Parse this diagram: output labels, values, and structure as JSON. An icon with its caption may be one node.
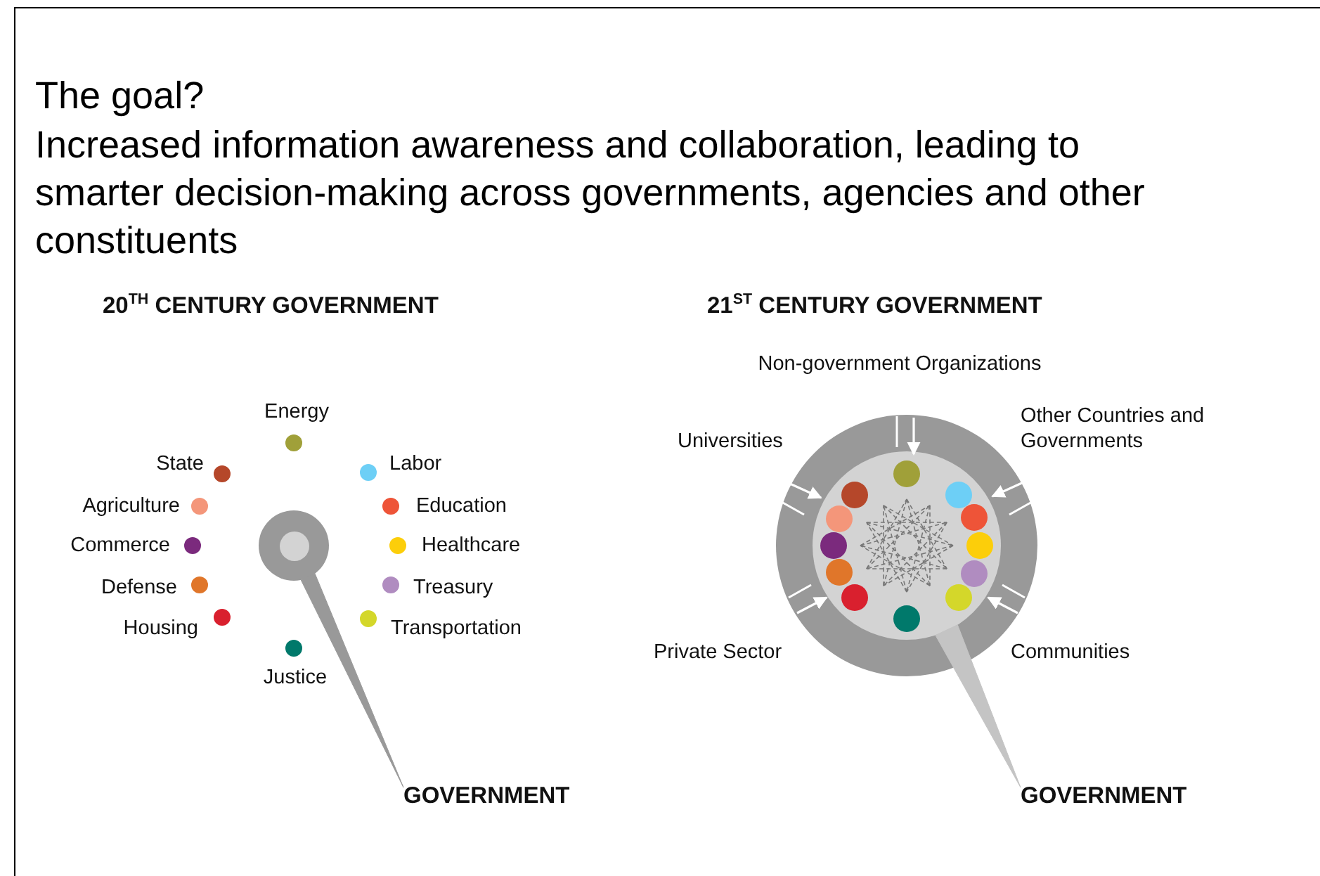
{
  "diagram": {
    "title": "The goal?",
    "nodes": [
      {
        "text": [],
        "shape": "circle"
      },
      {
        "text": [
          "GOVERNMENT"
        ]
      },
      {
        "text": [],
        "shape": "circle"
      },
      {
        "text": [],
        "shape": "circle",
        "in": 2
      },
      {
        "text": [
          "GOVERNMENT"
        ]
      }
    ],
    "edges": [
      {
        "from": 1,
        "to": 0,
        "arrow": "none",
        "color": "#999999"
      },
      {
        "from": 4,
        "to": 3,
        "arrow": "none",
        "color": "#c4c4c4"
      },
      {
        "from": null,
        "to": 3,
        "arrow": "to",
        "color": "#ffffff"
      },
      {
        "from": null,
        "to": 3,
        "arrow": "to",
        "color": "#ffffff"
      },
      {
        "from": null,
        "to": 3,
        "arrow": "to",
        "color": "#ffffff"
      },
      {
        "from": null,
        "to": 3,
        "arrow": "to",
        "color": "#ffffff"
      },
      {
        "from": null,
        "to": 3,
        "arrow": "to",
        "color": "#ffffff"
      }
    ],
    "labels": [
      "Increased information awareness and collaboration, leading to smarter decision-making across governments, agencies and other constituents",
      "20$^{TH}$ CENTURY GOVERNMENT",
      "21$^{ST}$ CENTURY GOVERNMENT",
      "Energy",
      "State",
      "Agriculture",
      "Commerce",
      "Defense",
      "Housing",
      "Labor",
      "Education",
      "Healthcare",
      "Treasury",
      "Transportation",
      "Justice",
      "Non-government Organizations",
      "Universities",
      "Other Countries and Governments",
      "Private Sector",
      "Communities"
    ]
  }
}
